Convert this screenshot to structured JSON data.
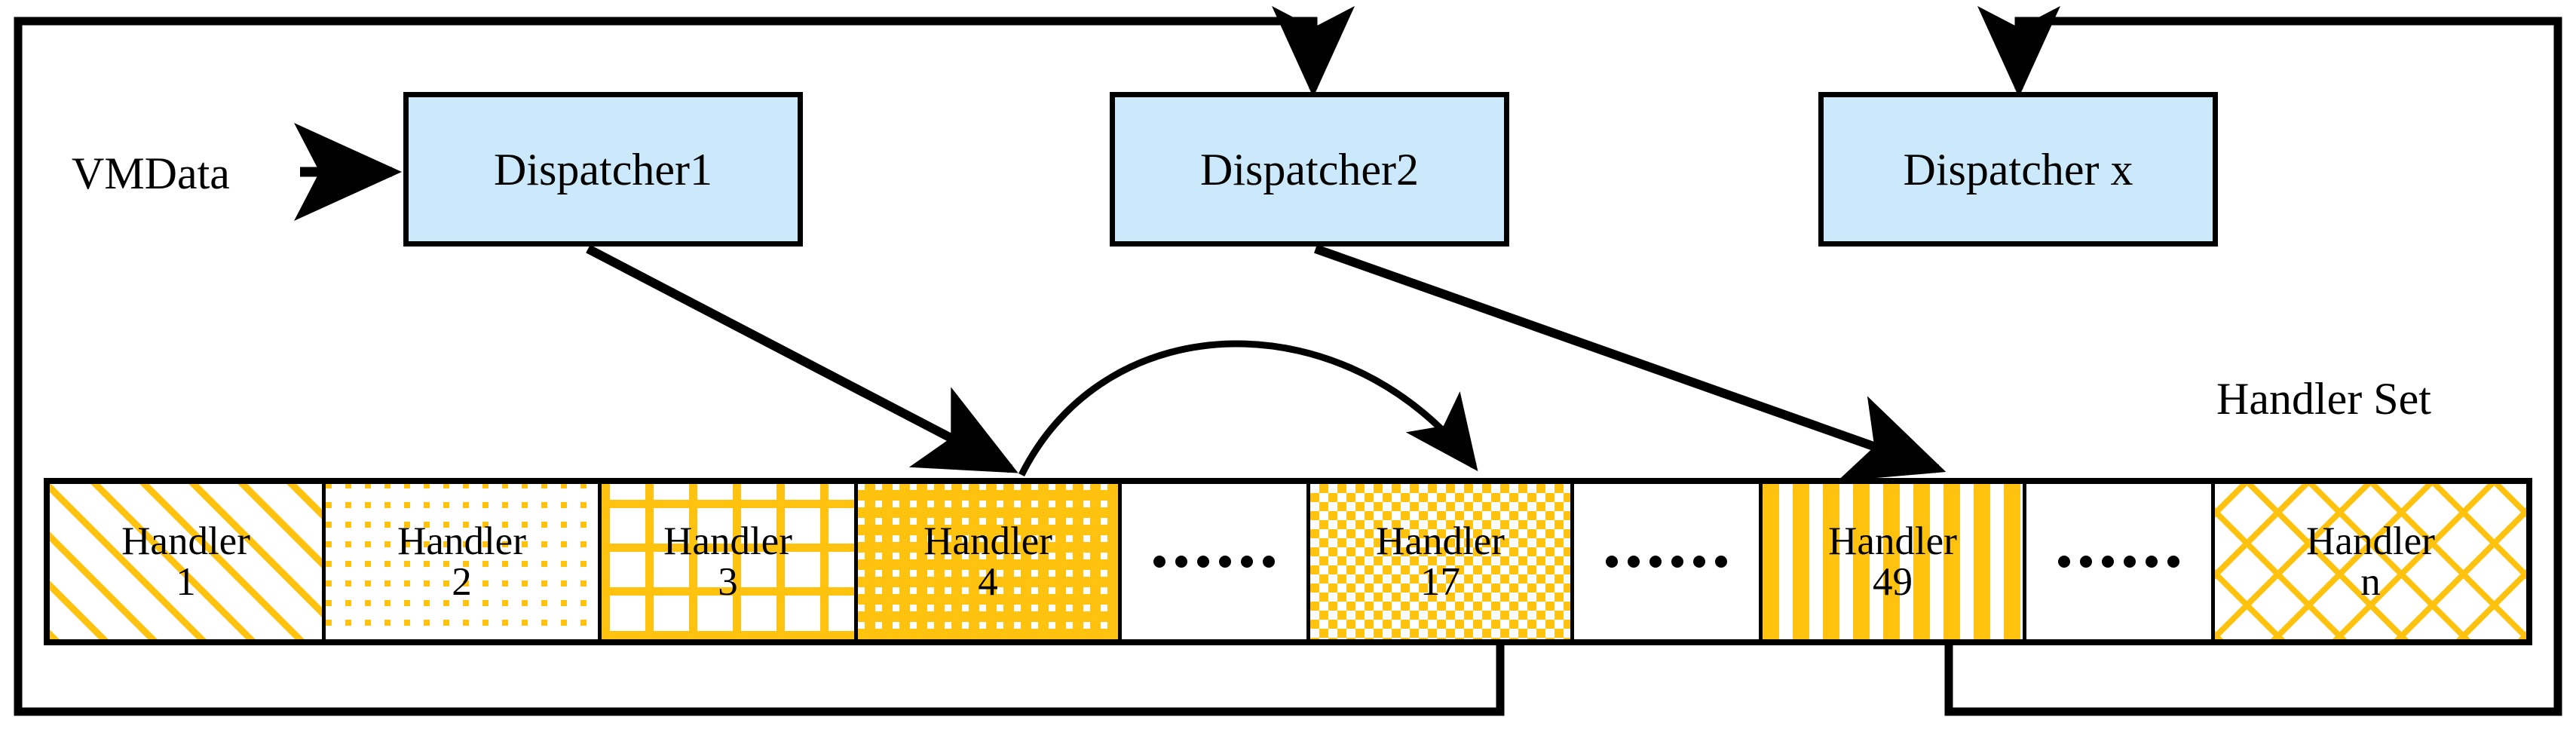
{
  "diagram": {
    "title": "Dispatcher / Handler Set architecture",
    "colors": {
      "dispatcher_fill": "#cce9fb",
      "pattern_accent": "#FFC20E",
      "line": "#000000",
      "background": "#ffffff"
    }
  },
  "labels": {
    "vmdata": "VMData",
    "handler_set": "Handler Set"
  },
  "dispatchers": [
    {
      "id": "dispatcher1",
      "label": "Dispatcher1"
    },
    {
      "id": "dispatcher2",
      "label": "Dispatcher2"
    },
    {
      "id": "dispatcherx",
      "label": "Dispatcher x"
    }
  ],
  "handlers": [
    {
      "kind": "handler",
      "name": "Handler",
      "index": "1",
      "pattern": "diagonal-stripes"
    },
    {
      "kind": "handler",
      "name": "Handler",
      "index": "2",
      "pattern": "dot-grid"
    },
    {
      "kind": "handler",
      "name": "Handler",
      "index": "3",
      "pattern": "grid-lines"
    },
    {
      "kind": "handler",
      "name": "Handler",
      "index": "4",
      "pattern": "solid-with-white-dots"
    },
    {
      "kind": "ellipsis",
      "name": "......",
      "index": "",
      "pattern": "none"
    },
    {
      "kind": "handler",
      "name": "Handler",
      "index": "17",
      "pattern": "fine-checkerboard"
    },
    {
      "kind": "ellipsis",
      "name": "......",
      "index": "",
      "pattern": "none"
    },
    {
      "kind": "handler",
      "name": "Handler",
      "index": "49",
      "pattern": "vertical-stripes"
    },
    {
      "kind": "ellipsis",
      "name": "......",
      "index": "",
      "pattern": "none"
    },
    {
      "kind": "handler",
      "name": "Handler",
      "index": "n",
      "pattern": "diamond-lattice"
    }
  ],
  "connections": [
    {
      "id": "vmdata-to-d1",
      "from": "VMData",
      "to": "Dispatcher1",
      "style": "straight-arrow"
    },
    {
      "id": "d1-to-h4",
      "from": "Dispatcher1",
      "to": "Handler 4",
      "style": "straight-arrow"
    },
    {
      "id": "d2-to-h17",
      "from": "Dispatcher2",
      "to": "Handler 17",
      "style": "straight-arrow"
    },
    {
      "id": "dx-to-h49",
      "from": "Dispatcher x",
      "to": "Handler 49",
      "style": "straight-arrow"
    },
    {
      "id": "h4-to-h17-curve",
      "from": "Handler 4",
      "to": "Handler 17",
      "style": "curved-arrow"
    },
    {
      "id": "h17-loop-to-d2",
      "from": "Handler 17",
      "to": "Dispatcher2",
      "style": "feedback-loop-left"
    },
    {
      "id": "h49-loop-to-dx",
      "from": "Handler 49",
      "to": "Dispatcher x",
      "style": "feedback-loop-right"
    }
  ]
}
